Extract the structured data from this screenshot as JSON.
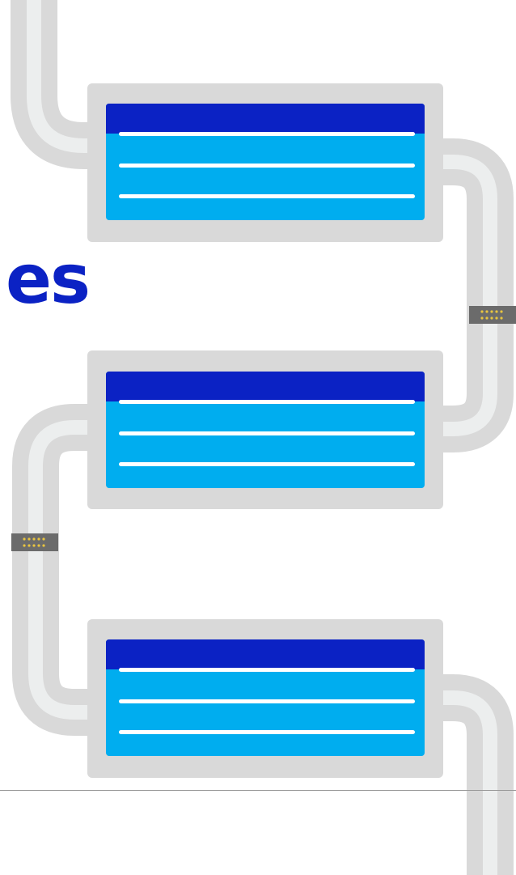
{
  "heading": {
    "text": "es"
  },
  "colors": {
    "heading": "#0b22c4",
    "card_frame": "#d9d9d9",
    "card_header": "#0b22c4",
    "card_body": "#00adef",
    "card_lines": "#ffffff",
    "pipe_outer": "#d9d9d9",
    "pipe_inner": "#eceeee",
    "connector": "#6b6b6b",
    "connector_dots": "#e8c440",
    "divider": "#9a9a9a"
  },
  "cards": [
    {
      "name": "message-card-1",
      "line_count": 3
    },
    {
      "name": "message-card-2",
      "line_count": 3
    },
    {
      "name": "message-card-3",
      "line_count": 3
    }
  ],
  "connectors": [
    {
      "name": "pipe-connector-right"
    },
    {
      "name": "pipe-connector-left"
    }
  ]
}
